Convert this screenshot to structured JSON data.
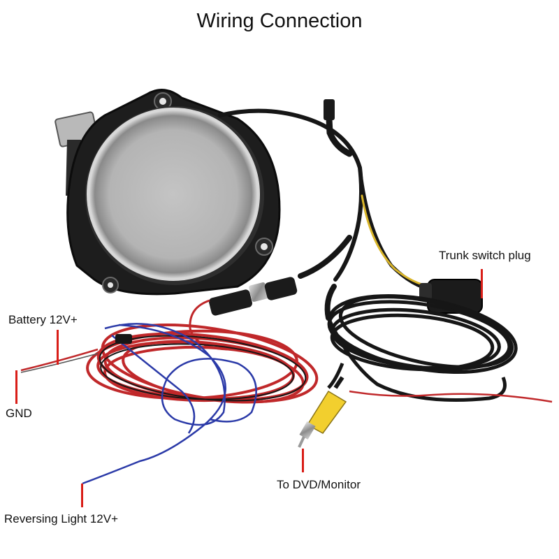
{
  "title": "Wiring Connection",
  "labels": {
    "trunk_switch_plug": "Trunk switch plug",
    "battery": "Battery 12V+",
    "gnd": "GND",
    "to_dvd_monitor": "To DVD/Monitor",
    "reversing_light": "Reversing Light 12V+"
  },
  "colors": {
    "pointer": "#d91e18",
    "red_wire": "#c0282a",
    "blue_wire": "#2b3aa8",
    "black_cable": "#161616",
    "yellow_wire": "#d9b52a",
    "rca_yellow": "#f2cf2e"
  }
}
